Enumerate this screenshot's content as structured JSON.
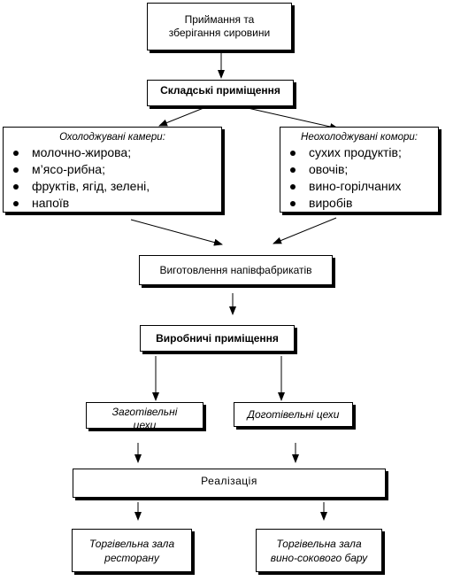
{
  "nodes": {
    "receiving": "Приймання та\nзберігання сировини",
    "warehouse": "Складські приміщення",
    "cooled": {
      "heading": "Охолоджувані камери:",
      "items": [
        "молочно-жирова;",
        "м’ясо-рибна;",
        "фруктів, ягід, зелені,",
        "напоїв"
      ]
    },
    "uncooled": {
      "heading": "Неохолоджувані комори:",
      "items": [
        "сухих  продуктів;",
        "овочів;",
        "вино-горілчаних",
        "виробів"
      ]
    },
    "semi": "Виготовлення напівфабрикатів",
    "production": "Виробничі приміщення",
    "procurement": "Заготівельні цехи",
    "finishing": "Доготівельні цехи",
    "sales": "Реалізація",
    "restaurant_hall": "Торгівельна зала\nресторану",
    "bar_hall": "Торгівельна зала\nвино-сокового бару"
  }
}
